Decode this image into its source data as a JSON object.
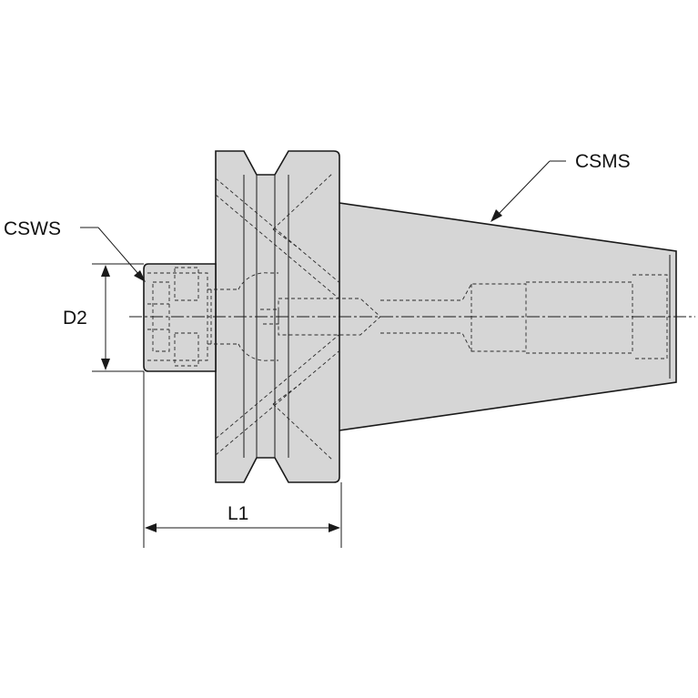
{
  "labels": {
    "csms": "CSMS",
    "csws": "CSWS",
    "d2": "D2",
    "l1": "L1"
  },
  "colors": {
    "body_fill": "#d6d6d6",
    "line": "#1a1a1a",
    "background": "#ffffff"
  }
}
